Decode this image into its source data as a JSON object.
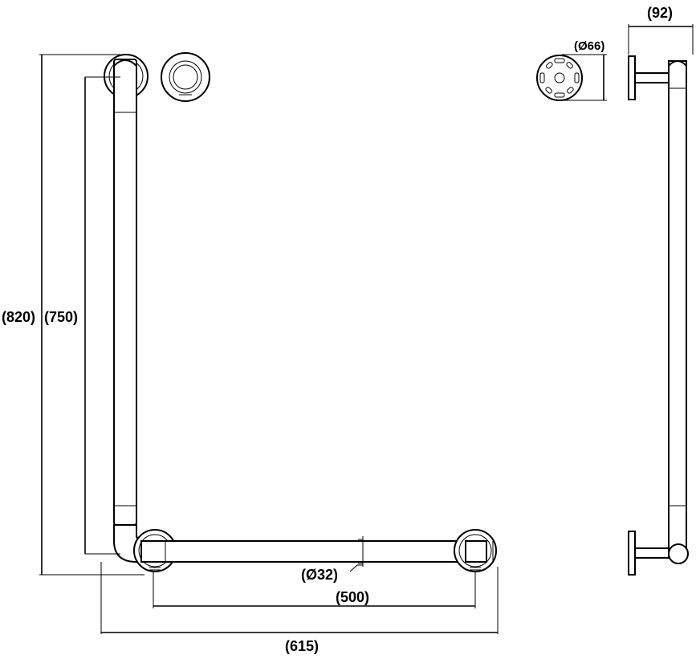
{
  "dimensions": {
    "overall_height": "(820)",
    "bar_length_vertical": "(750)",
    "bar_length_horizontal": "(500)",
    "overall_width": "(615)",
    "tube_diameter": "(Ø32)",
    "flange_diameter": "(Ø66)",
    "projection": "(92)"
  },
  "icons": {
    "flange_front": "flange-front-icon",
    "flange_back": "flange-back-icon"
  },
  "colors": {
    "line": "#000000",
    "background": "#ffffff"
  }
}
